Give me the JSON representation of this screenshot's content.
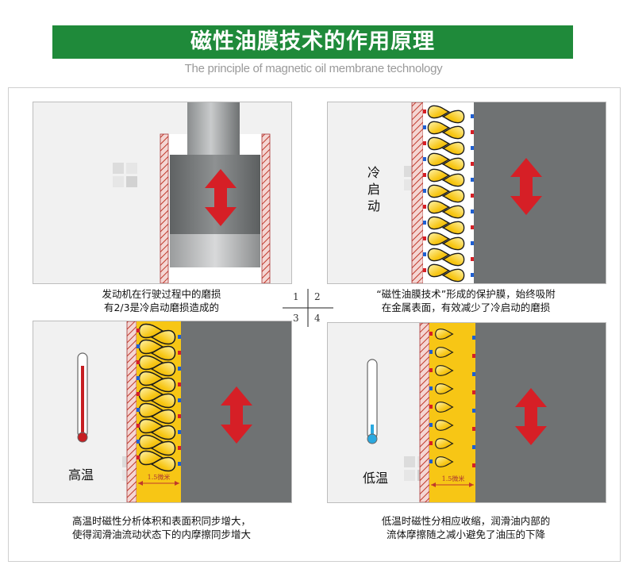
{
  "title": "磁性油膜技术的作用原理",
  "subtitle": "The principle of magnetic oil membrane technology",
  "quadrant_numbers": [
    "1",
    "2",
    "3",
    "4"
  ],
  "panels": {
    "p1": {
      "caption_line1": "发动机在行驶过程中的磨损",
      "caption_line2": "有2/3是冷启动磨损造成的"
    },
    "p2": {
      "label": [
        "冷",
        "启",
        "动"
      ],
      "caption_line1": "“磁性油膜技术”形成的保护膜，始终吸附",
      "caption_line2": "在金属表面，有效减少了冷启动的磨损"
    },
    "p3": {
      "label": "高温",
      "thickness": "1.5微米",
      "caption_line1": "高温时磁性分析体积和表面积同步增大，",
      "caption_line2": "使得润滑油流动状态下的内摩擦同步增大"
    },
    "p4": {
      "label": "低温",
      "thickness": "1.5微米",
      "caption_line1": "低温时磁性分相应收缩，润滑油内部的",
      "caption_line2": "流体摩擦随之减小避免了油压的下降"
    }
  },
  "colors": {
    "banner": "#1f8a3a",
    "arrow": "#d61f26",
    "oil": "#f7c615",
    "metal": "#6f7273",
    "hatch": "#c0392b"
  }
}
